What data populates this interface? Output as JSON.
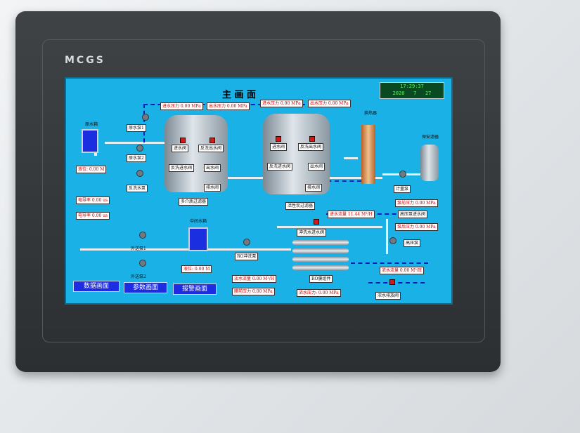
{
  "device": {
    "brand": "MCGS"
  },
  "screen": {
    "title": "主 画 面",
    "clock": {
      "time": "17:29:37",
      "year": "2020",
      "month": "7",
      "day": "27"
    },
    "labels": {
      "raw_tank": "原水箱",
      "raw_pump": "原水泵1",
      "raw_pump2": "原水泵2",
      "backwash_pump": "反洗水泵",
      "raw_level": "液位: 0.00 M",
      "inlet_pressure1": "进水压力 0.00 MPa",
      "outlet_pressure1": "出水压力 0.00 MPa",
      "inlet_pressure2": "进水压力 0.00 MPa",
      "outlet_pressure2": "出水压力 0.00 MPa",
      "inlet_valve": "进水阀",
      "backwash_out_valve": "反洗出水阀",
      "backwash_in_valve": "反洗进水阀",
      "out_valve": "出水阀",
      "drain_valve": "排水阀",
      "multimedia_filter": "多介质过滤器",
      "inlet_valve2": "进水阀",
      "backwash_out_valve2": "反洗出水阀",
      "backwash_in_valve2": "反洗进水阀",
      "out_valve2": "出水阀",
      "drain_valve2": "排水阀",
      "carbon_filter": "活性炭过滤器",
      "heat_exchanger": "换热器",
      "security_filter": "保安滤器",
      "dosing_pump": "计量泵",
      "pre_pump_pressure": "泵前压力 0.00 MPa",
      "hp_pump_valve": "高压泵进水阀",
      "post_pump_pressure": "泵后压力 0.00 MPa",
      "hp_pump": "高压泵",
      "ro_pressure": "电导率 0.00 us",
      "ro_tds": "电导率 0.00 us",
      "mid_tank": "中间水箱",
      "transfer_pump1": "外送泵1",
      "transfer_pump2": "外送泵2",
      "mid_level": "液位: 0.00 M",
      "ro_flush_pump": "RO冲洗泵",
      "flush_inlet_valve": "冲洗水进水阀",
      "ro_group": "RO膜组件",
      "inlet_flow": "进水流量 11.44 M³/H",
      "clean_flow": "淡水流量 0.00 M³/H",
      "clean_pressure": "膜前压力 0.00 MPa",
      "conc_flow": "浓水流量 0.00 M³/H",
      "conc_pressure": "浓水压力: 0.00 MPa",
      "conc_drain_valve": "浓水排放阀"
    },
    "nav": {
      "data": "数据画面",
      "params": "参数画面",
      "alarm": "报警画面"
    }
  }
}
